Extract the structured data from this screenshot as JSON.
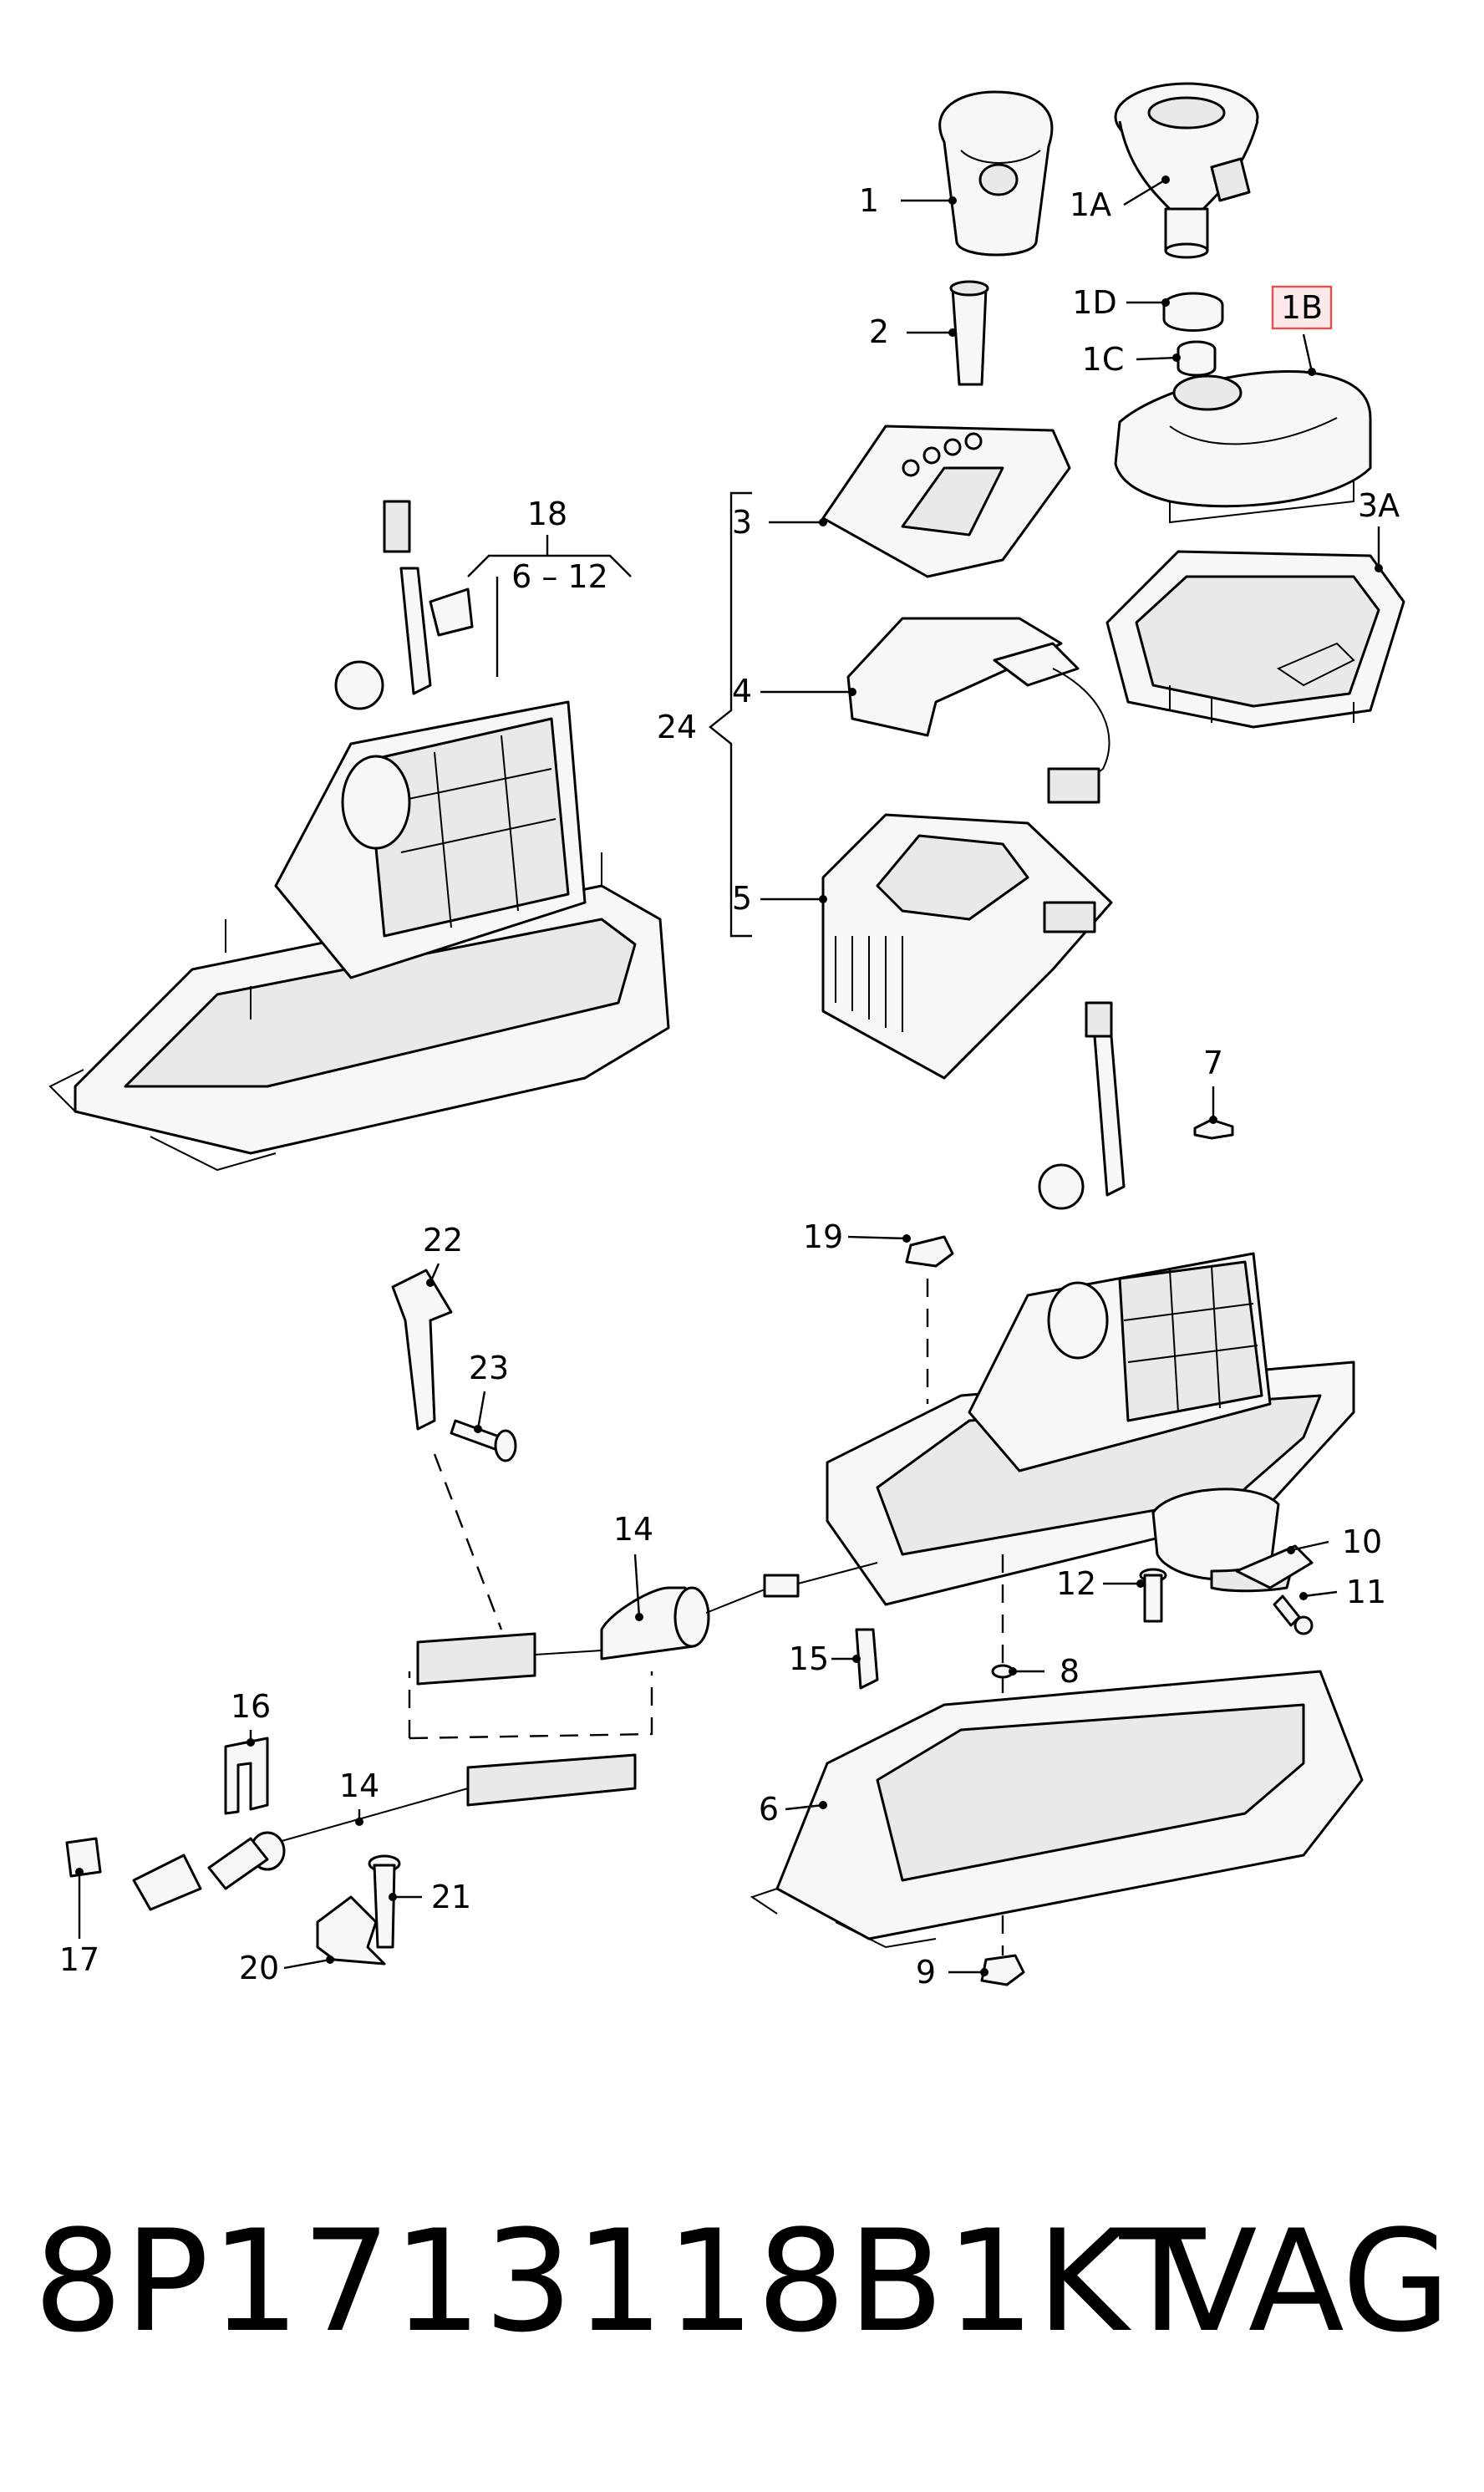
{
  "labels": {
    "l1": "1",
    "l1A": "1A",
    "l1B": "1B",
    "l1C": "1C",
    "l1D": "1D",
    "l2": "2",
    "l3": "3",
    "l3A": "3A",
    "l4": "4",
    "l5": "5",
    "l6": "6",
    "l7": "7",
    "l8": "8",
    "l9": "9",
    "l10": "10",
    "l11": "11",
    "l12": "12",
    "l14a": "14",
    "l14b": "14",
    "l15": "15",
    "l16": "16",
    "l17": "17",
    "l18": "18",
    "l6_12": "6 – 12",
    "l19": "19",
    "l20": "20",
    "l21": "21",
    "l22": "22",
    "l23": "23",
    "l24": "24"
  },
  "footer": {
    "part_number": "8P1713118B1KT",
    "brand": "VAG"
  },
  "colors": {
    "highlight_fill": "#fde8ea",
    "highlight_stroke": "#d9534f"
  }
}
